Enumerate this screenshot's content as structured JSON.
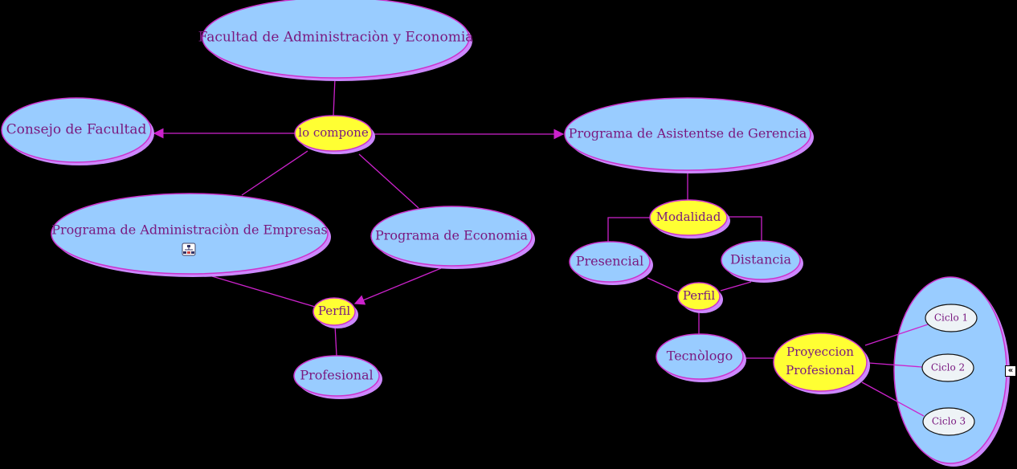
{
  "concepts": {
    "facultad": "Facultad de Administraciòn y Economia",
    "lo_compone": "lo compone",
    "consejo": "Consejo de Facultad",
    "asistente": "Programa de Asistentse de Gerencia",
    "admin_empresas": "Programa de Administraciòn de Empresas",
    "economia": "Programa de Economia",
    "perfil_left": "Perfil",
    "profesional": "Profesional",
    "modalidad": "Modalidad",
    "presencial": "Presencial",
    "distancia": "Distancia",
    "perfil_right": "Perfil",
    "tecnologo": "Tecnòlogo",
    "proyeccion_1": "Proyeccion",
    "proyeccion_2": "Profesional",
    "ciclo1": "Ciclo 1",
    "ciclo2": "Ciclo 2",
    "ciclo3": "Ciclo 3"
  },
  "colors": {
    "concept": "#99ccff",
    "linking": "#ffff33",
    "line": "#cc22cc",
    "text": "#7a1a80"
  },
  "icons": {
    "submap": "submap-icon",
    "collapse": "collapse-icon"
  }
}
